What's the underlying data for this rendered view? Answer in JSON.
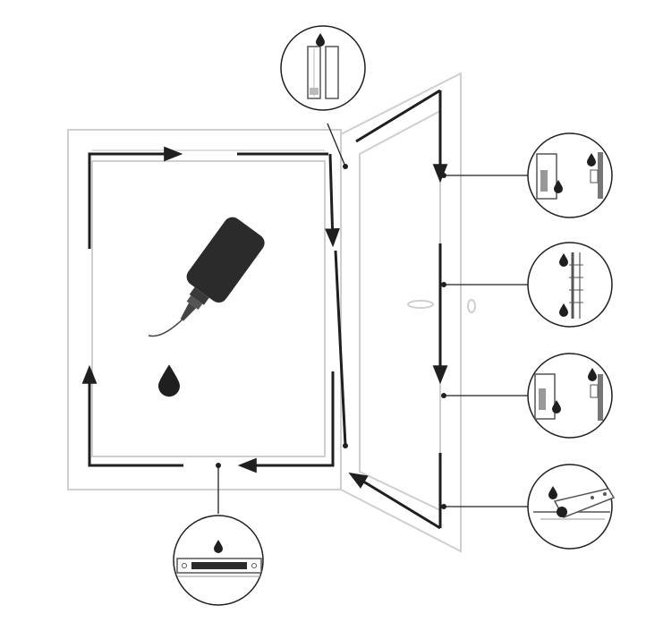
{
  "diagram": {
    "subject": "window-sash-lubrication-points",
    "colors": {
      "line": "#1f1f1f",
      "frame": "#c8c8c8",
      "bottle": "#2b2b2b",
      "background": "#ffffff"
    },
    "icons": [
      "oil-bottle-icon",
      "oil-drop-icon",
      "arrow-icon"
    ],
    "detail_views": [
      {
        "name": "detail-top-hinge",
        "depicts": "hinge-pin"
      },
      {
        "name": "detail-upper-lock",
        "depicts": "locking-cam"
      },
      {
        "name": "detail-middle-lock",
        "depicts": "locking-rail"
      },
      {
        "name": "detail-lower-lock",
        "depicts": "locking-cam"
      },
      {
        "name": "detail-bottom-hinge",
        "depicts": "corner-hinge"
      },
      {
        "name": "detail-bottom-bearing",
        "depicts": "bottom-lock-plate"
      }
    ]
  }
}
